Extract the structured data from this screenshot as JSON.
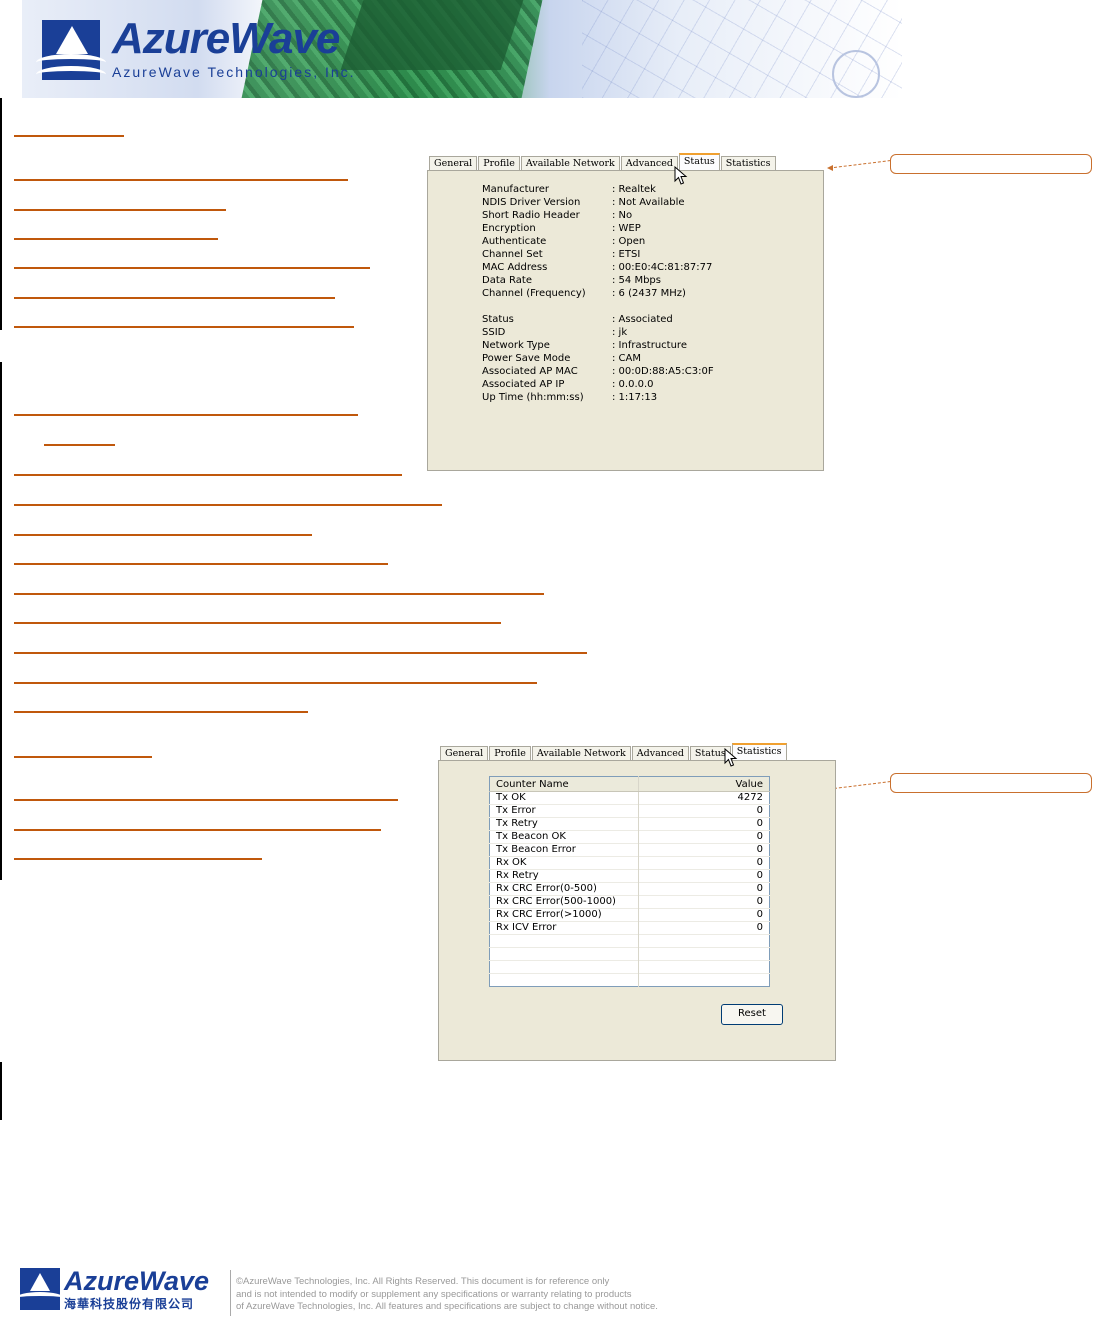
{
  "header": {
    "brand": "AzureWave",
    "subtitle": "AzureWave   Technologies,   Inc."
  },
  "status_panel": {
    "tabs": [
      "General",
      "Profile",
      "Available Network",
      "Advanced",
      "Status",
      "Statistics"
    ],
    "active_tab": "Status",
    "rows": [
      {
        "label": "Manufacturer",
        "value": ": Realtek"
      },
      {
        "label": "NDIS Driver Version",
        "value": ": Not Available"
      },
      {
        "label": "Short Radio Header",
        "value": ": No"
      },
      {
        "label": "Encryption",
        "value": ": WEP"
      },
      {
        "label": "Authenticate",
        "value": ": Open"
      },
      {
        "label": "Channel Set",
        "value": ": ETSI"
      },
      {
        "label": "MAC Address",
        "value": ": 00:E0:4C:81:87:77"
      },
      {
        "label": "Data Rate",
        "value": ": 54 Mbps"
      },
      {
        "label": "Channel (Frequency)",
        "value": ": 6 (2437 MHz)"
      },
      {
        "label": "Status",
        "value": ": Associated"
      },
      {
        "label": "SSID",
        "value": ": jk"
      },
      {
        "label": "Network Type",
        "value": ": Infrastructure"
      },
      {
        "label": "Power Save Mode",
        "value": ": CAM"
      },
      {
        "label": "Associated AP MAC",
        "value": ": 00:0D:88:A5:C3:0F"
      },
      {
        "label": "Associated AP IP",
        "value": ": 0.0.0.0"
      },
      {
        "label": "Up Time (hh:mm:ss)",
        "value": ": 1:17:13"
      }
    ]
  },
  "statistics_panel": {
    "tabs": [
      "General",
      "Profile",
      "Available Network",
      "Advanced",
      "Status",
      "Statistics"
    ],
    "active_tab": "Statistics",
    "columns": [
      "Counter Name",
      "Value"
    ],
    "rows": [
      {
        "name": "Tx OK",
        "value": "4272"
      },
      {
        "name": "Tx Error",
        "value": "0"
      },
      {
        "name": "Tx Retry",
        "value": "0"
      },
      {
        "name": "Tx Beacon OK",
        "value": "0"
      },
      {
        "name": "Tx Beacon Error",
        "value": "0"
      },
      {
        "name": "Rx OK",
        "value": "0"
      },
      {
        "name": "Rx Retry",
        "value": "0"
      },
      {
        "name": "Rx CRC Error(0-500)",
        "value": "0"
      },
      {
        "name": "Rx CRC Error(500-1000)",
        "value": "0"
      },
      {
        "name": "Rx CRC Error(>1000)",
        "value": "0"
      },
      {
        "name": "Rx ICV Error",
        "value": "0"
      }
    ],
    "reset_label": "Reset"
  },
  "footer": {
    "brand": "AzureWave",
    "cjk_name": "海華科技股份有限公司",
    "lines": [
      "©AzureWave Technologies, Inc. All Rights Reserved. This document is for reference only",
      "and is not intended to modify or supplement any specifications or  warranty relating to products",
      "of AzureWave Technologies, Inc.  All features and specifications are subject to change without notice."
    ]
  },
  "colors": {
    "brand_blue": "#1a3f97",
    "accent_orange": "#c0580c",
    "dialog_bg": "#ece9d8"
  }
}
